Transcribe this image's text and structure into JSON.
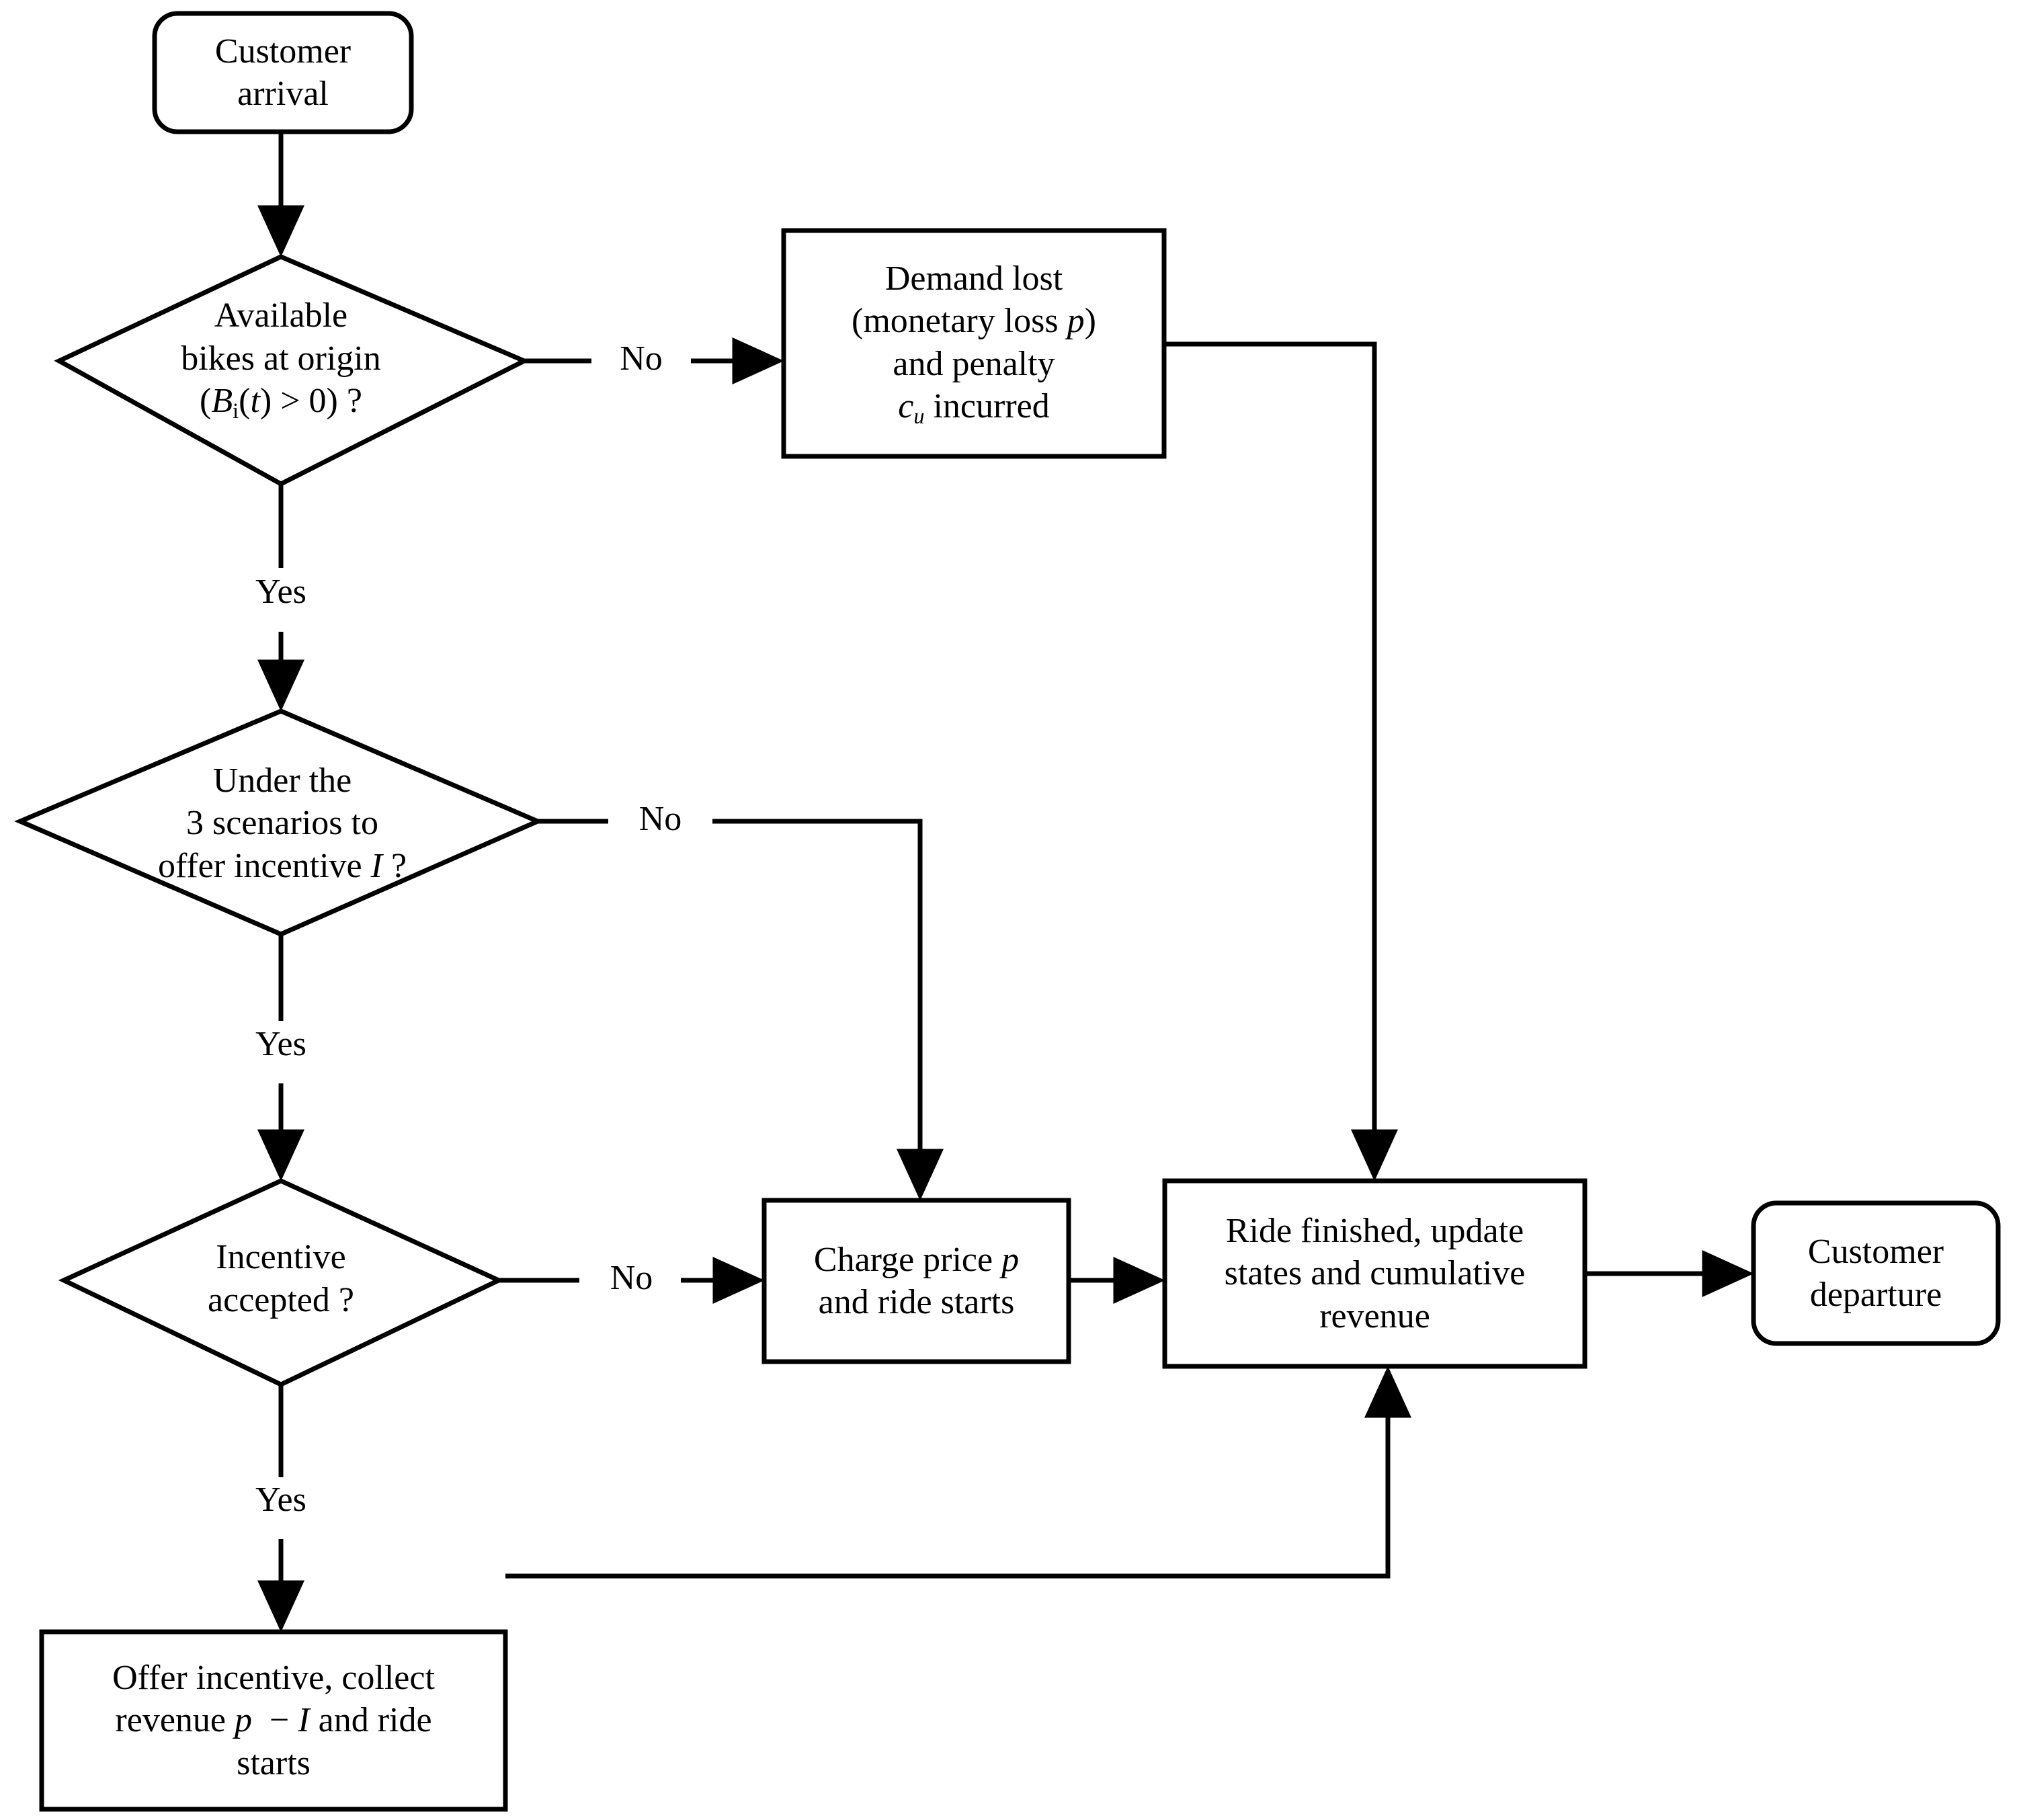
{
  "diagram": {
    "title": "Bike-sharing customer arrival decision flowchart",
    "stroke_color": "#000000",
    "fill_color": "#ffffff",
    "nodes": [
      {
        "id": "customer-arrival",
        "shape": "rounded-rect",
        "label": "Customer\narrival"
      },
      {
        "id": "available-bikes",
        "shape": "diamond",
        "label": "Available\nbikes at origin\n(Bi(t) > 0) ?",
        "label_line1": "Available",
        "label_line2": "bikes at origin",
        "label_line3": "(Bi(t) > 0) ?"
      },
      {
        "id": "demand-lost",
        "shape": "rect",
        "label": "Demand lost\n(monetary loss p)\nand penalty\ncu incurred",
        "label_line1": "Demand lost",
        "label_line2": "(monetary loss p)",
        "label_line3": "and penalty",
        "label_line4": "cu incurred"
      },
      {
        "id": "under-scenarios",
        "shape": "diamond",
        "label": "Under the\n3 scenarios to\noffer incentive I ?",
        "label_line1": "Under the",
        "label_line2": "3 scenarios to",
        "label_line3": "offer incentive I ?"
      },
      {
        "id": "incentive-accepted",
        "shape": "diamond",
        "label": "Incentive\naccepted ?",
        "label_line1": "Incentive",
        "label_line2": "accepted ?"
      },
      {
        "id": "charge-price",
        "shape": "rect",
        "label": "Charge price p\nand ride starts",
        "label_line1": "Charge price p",
        "label_line2": "and ride starts"
      },
      {
        "id": "ride-finished",
        "shape": "rect",
        "label": "Ride finished, update\nstates and cumulative\nrevenue",
        "label_line1": "Ride finished, update",
        "label_line2": "states and cumulative",
        "label_line3": "revenue"
      },
      {
        "id": "customer-departure",
        "shape": "rounded-rect",
        "label": "Customer\ndeparture"
      },
      {
        "id": "offer-incentive",
        "shape": "rect",
        "label": "Offer incentive, collect\nrevenue p − I and ride\nstarts",
        "label_line1": "Offer incentive, collect",
        "label_line2": "revenue p − I and ride",
        "label_line3": "starts"
      }
    ],
    "edge_labels": {
      "bikes_no": "No",
      "bikes_yes": "Yes",
      "scenarios_no": "No",
      "scenarios_yes": "Yes",
      "accepted_no": "No",
      "accepted_yes": "Yes"
    },
    "symbols": {
      "bikes_expr_open": "(",
      "bikes_var": "B",
      "bikes_sub": "i",
      "bikes_time": "(t)",
      "bikes_cmp": " > 0) ?",
      "price_var": "p",
      "penalty_var": "c",
      "penalty_sub": "u",
      "incentive_var": "I",
      "minus": "−"
    }
  }
}
